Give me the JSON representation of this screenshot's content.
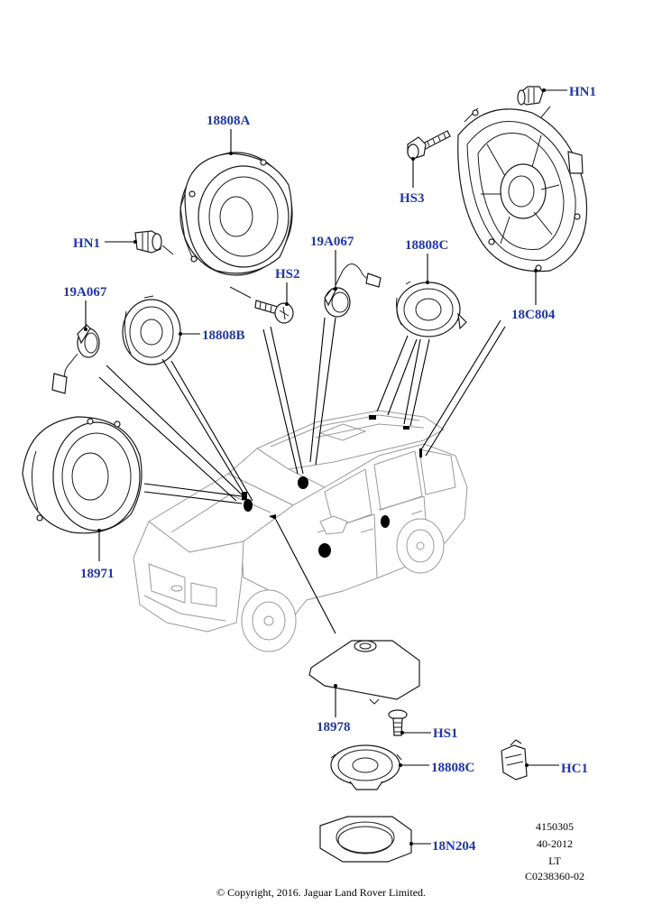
{
  "callouts": {
    "hn1_top": "HN1",
    "hs3": "HS3",
    "c18808a": "18808A",
    "hn1_left": "HN1",
    "hs2": "HS2",
    "c19a067_mid": "19A067",
    "c18808c_top": "18808C",
    "c18c804": "18C804",
    "c19a067_left": "19A067",
    "c18808b": "18808B",
    "c18971": "18971",
    "c18978": "18978",
    "hs1": "HS1",
    "c18808c_bottom": "18808C",
    "hc1": "HC1",
    "c18n204": "18N204"
  },
  "info_block": {
    "line1": "4150305",
    "line2": "40-2012",
    "line3": "LT",
    "line4": "C0238360-02"
  },
  "copyright": "© Copyright, 2016. Jaguar Land Rover Limited.",
  "colors": {
    "callout_text": "#1a33cc",
    "line_art": "#1a1a1a",
    "vehicle_outline": "#9a9a9a"
  }
}
